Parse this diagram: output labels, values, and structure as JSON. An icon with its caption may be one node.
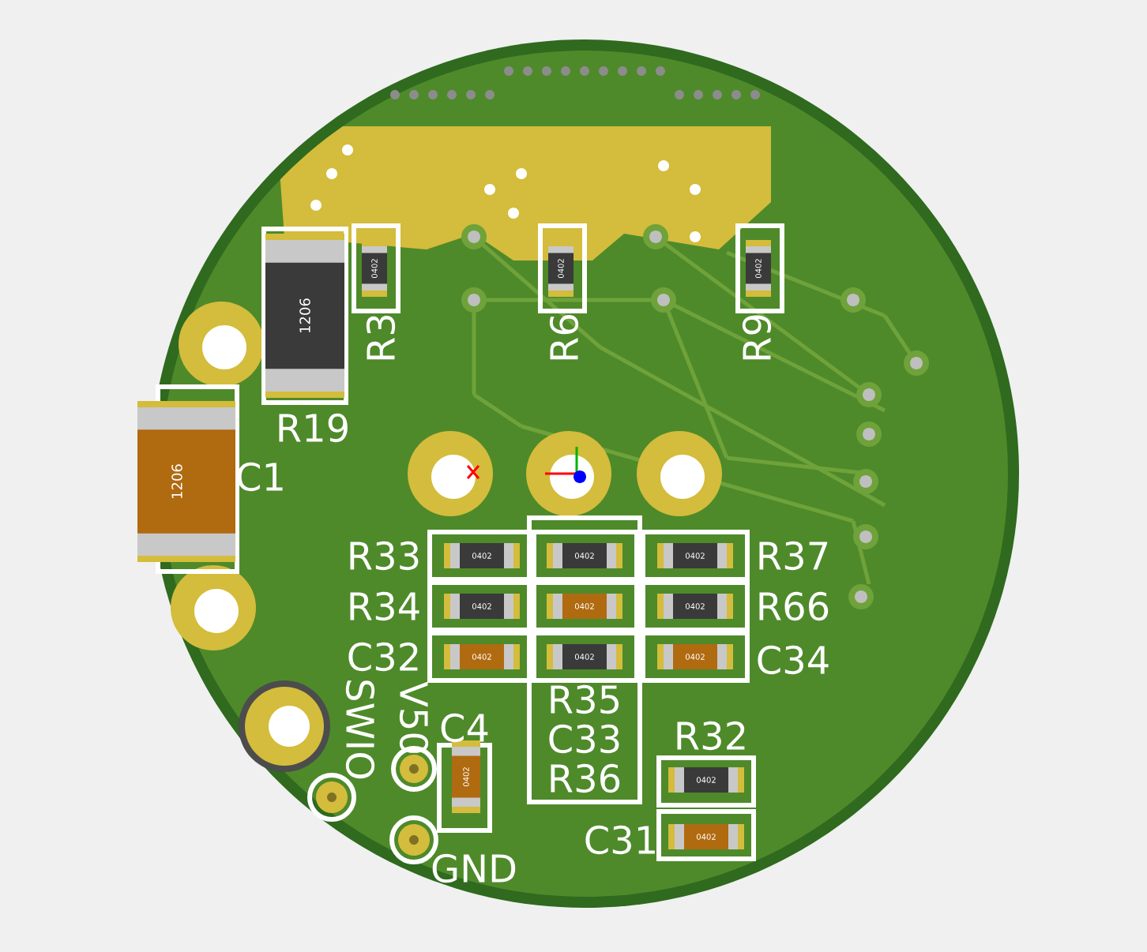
{
  "diagram": {
    "labels": [
      "1206",
      "0402",
      "0402",
      "0402",
      "R3",
      "R6",
      "R9",
      "R19",
      "1206",
      "C1",
      "R33",
      "0402",
      "0402",
      "0402",
      "R37",
      "R34",
      "0402",
      "0402",
      "0402",
      "R66",
      "C32",
      "0402",
      "0402",
      "0402",
      "C34",
      "R35",
      "C33",
      "R36",
      "SWIO",
      "V50",
      "C4",
      "R32",
      "0402",
      "0402",
      "0402",
      "C31",
      "GND"
    ]
  }
}
